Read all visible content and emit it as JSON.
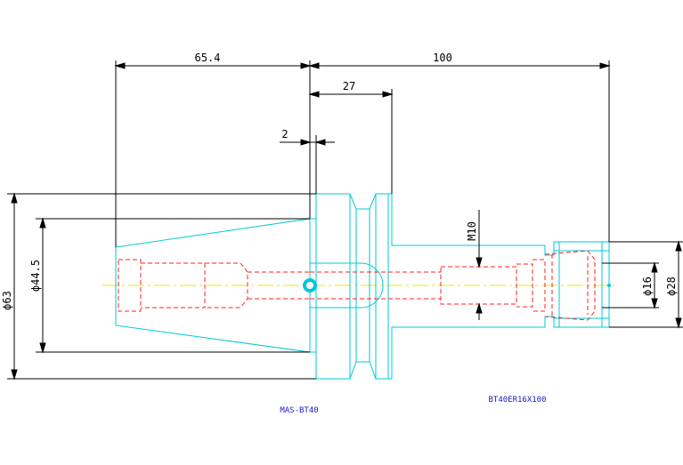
{
  "dimensions": {
    "d_65_4": "65.4",
    "d_100": "100",
    "d_27": "27",
    "d_2": "2",
    "d_m10": "M10",
    "d_phi63": "ϕ63",
    "d_phi44_5": "ϕ44.5",
    "d_phi16": "ϕ16",
    "d_phi28": "ϕ28"
  },
  "labels": {
    "pull_stud": "MAS-BT40",
    "holder": "BT40ER16X100"
  },
  "colors": {
    "outline": "#00c8d8",
    "hidden": "#ff2020",
    "center": "#e8e800",
    "dimension": "#000000",
    "note": "#1a1acc"
  }
}
